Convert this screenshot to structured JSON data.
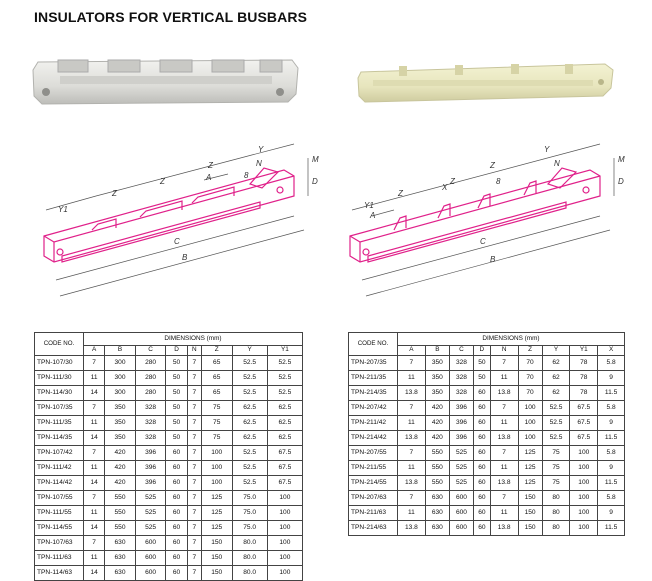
{
  "title": "INSULATORS FOR VERTICAL BUSBARS",
  "colors": {
    "drawing_line": "#e0218a",
    "dimension_line": "#555555",
    "table_border": "#444444"
  },
  "drawings": [
    {
      "letters": [
        "Y1",
        "Z",
        "Z",
        "Z",
        "Y",
        "A",
        "8",
        "N",
        "M",
        "D",
        "C",
        "B"
      ]
    },
    {
      "letters": [
        "Y1",
        "Z",
        "Z",
        "Z",
        "Y",
        "X",
        "A",
        "8",
        "N",
        "M",
        "D",
        "C",
        "B"
      ]
    }
  ],
  "tables": [
    {
      "code_header": "CODE NO.",
      "dims_header": "DIMENSIONS (mm)",
      "columns": [
        "A",
        "B",
        "C",
        "D",
        "N",
        "Z",
        "Y",
        "Y1"
      ],
      "rows": [
        [
          "TPN-107/30",
          "7",
          "300",
          "280",
          "50",
          "7",
          "65",
          "52.5",
          "52.5"
        ],
        [
          "TPN-111/30",
          "11",
          "300",
          "280",
          "50",
          "7",
          "65",
          "52.5",
          "52.5"
        ],
        [
          "TPN-114/30",
          "14",
          "300",
          "280",
          "50",
          "7",
          "65",
          "52.5",
          "52.5"
        ],
        [
          "TPN-107/35",
          "7",
          "350",
          "328",
          "50",
          "7",
          "75",
          "62.5",
          "62.5"
        ],
        [
          "TPN-111/35",
          "11",
          "350",
          "328",
          "50",
          "7",
          "75",
          "62.5",
          "62.5"
        ],
        [
          "TPN-114/35",
          "14",
          "350",
          "328",
          "50",
          "7",
          "75",
          "62.5",
          "62.5"
        ],
        [
          "TPN-107/42",
          "7",
          "420",
          "396",
          "60",
          "7",
          "100",
          "52.5",
          "67.5"
        ],
        [
          "TPN-111/42",
          "11",
          "420",
          "396",
          "60",
          "7",
          "100",
          "52.5",
          "67.5"
        ],
        [
          "TPN-114/42",
          "14",
          "420",
          "396",
          "60",
          "7",
          "100",
          "52.5",
          "67.5"
        ],
        [
          "TPN-107/55",
          "7",
          "550",
          "525",
          "60",
          "7",
          "125",
          "75.0",
          "100"
        ],
        [
          "TPN-111/55",
          "11",
          "550",
          "525",
          "60",
          "7",
          "125",
          "75.0",
          "100"
        ],
        [
          "TPN-114/55",
          "14",
          "550",
          "525",
          "60",
          "7",
          "125",
          "75.0",
          "100"
        ],
        [
          "TPN-107/63",
          "7",
          "630",
          "600",
          "60",
          "7",
          "150",
          "80.0",
          "100"
        ],
        [
          "TPN-111/63",
          "11",
          "630",
          "600",
          "60",
          "7",
          "150",
          "80.0",
          "100"
        ],
        [
          "TPN-114/63",
          "14",
          "630",
          "600",
          "60",
          "7",
          "150",
          "80.0",
          "100"
        ]
      ]
    },
    {
      "code_header": "CODE NO.",
      "dims_header": "DIMENSIONS (mm)",
      "columns": [
        "A",
        "B",
        "C",
        "D",
        "N",
        "Z",
        "Y",
        "Y1",
        "X"
      ],
      "rows": [
        [
          "TPN-207/35",
          "7",
          "350",
          "328",
          "50",
          "7",
          "70",
          "62",
          "78",
          "5.8"
        ],
        [
          "TPN-211/35",
          "11",
          "350",
          "328",
          "50",
          "11",
          "70",
          "62",
          "78",
          "9"
        ],
        [
          "TPN-214/35",
          "13.8",
          "350",
          "328",
          "60",
          "13.8",
          "70",
          "62",
          "78",
          "11.5"
        ],
        [
          "TPN-207/42",
          "7",
          "420",
          "396",
          "60",
          "7",
          "100",
          "52.5",
          "67.5",
          "5.8"
        ],
        [
          "TPN-211/42",
          "11",
          "420",
          "396",
          "60",
          "11",
          "100",
          "52.5",
          "67.5",
          "9"
        ],
        [
          "TPN-214/42",
          "13.8",
          "420",
          "396",
          "60",
          "13.8",
          "100",
          "52.5",
          "67.5",
          "11.5"
        ],
        [
          "TPN-207/55",
          "7",
          "550",
          "525",
          "60",
          "7",
          "125",
          "75",
          "100",
          "5.8"
        ],
        [
          "TPN-211/55",
          "11",
          "550",
          "525",
          "60",
          "11",
          "125",
          "75",
          "100",
          "9"
        ],
        [
          "TPN-214/55",
          "13.8",
          "550",
          "525",
          "60",
          "13.8",
          "125",
          "75",
          "100",
          "11.5"
        ],
        [
          "TPN-207/63",
          "7",
          "630",
          "600",
          "60",
          "7",
          "150",
          "80",
          "100",
          "5.8"
        ],
        [
          "TPN-211/63",
          "11",
          "630",
          "600",
          "60",
          "11",
          "150",
          "80",
          "100",
          "9"
        ],
        [
          "TPN-214/63",
          "13.8",
          "630",
          "600",
          "60",
          "13.8",
          "150",
          "80",
          "100",
          "11.5"
        ]
      ]
    }
  ]
}
